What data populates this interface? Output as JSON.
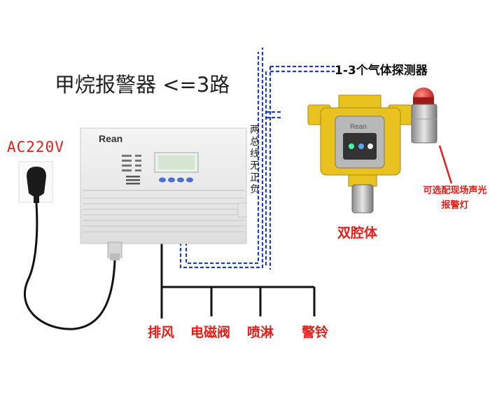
{
  "title": "甲烷报警器  <=3路",
  "power": {
    "label": "AC220V"
  },
  "controller": {
    "brand": "Rean"
  },
  "bus": {
    "label": "两总线无正负"
  },
  "detector": {
    "label": "1-3个气体探测器",
    "brand": "Rean",
    "chamber_label": "双腔体"
  },
  "light": {
    "note": "可选配现场声光报警灯"
  },
  "outputs": [
    "排风",
    "电磁阀",
    "喷淋",
    "警铃"
  ],
  "colors": {
    "annotation_red": "#e0201b",
    "bus_blue": "#1d3fb3",
    "detector_yellow": "#e9c220",
    "beacon_red": "#c81c1c"
  }
}
